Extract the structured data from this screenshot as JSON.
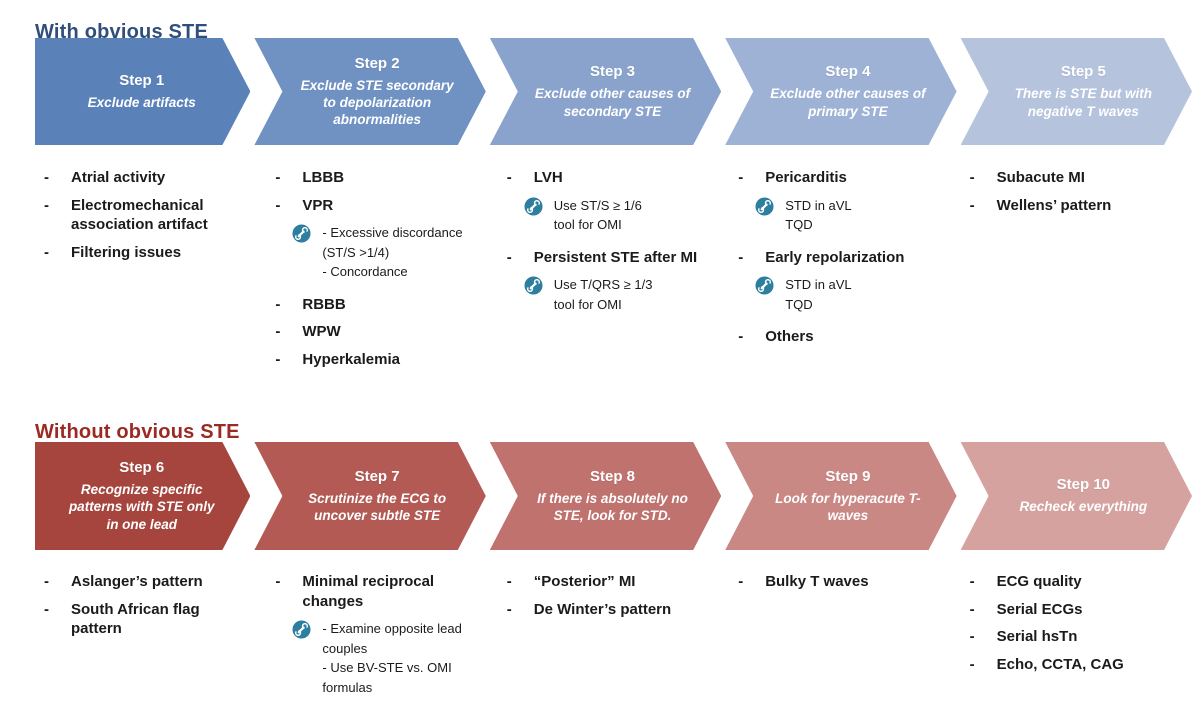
{
  "tool_icon_color": "#2e7f9f",
  "sections": [
    {
      "title": "With obvious STE",
      "title_color": "#2f4e7c",
      "steps": [
        {
          "label": "Step 1",
          "desc": "Exclude artifacts",
          "color": "#5b82b8"
        },
        {
          "label": "Step 2",
          "desc": "Exclude STE secondary to depolarization abnormalities",
          "color": "#7092c3"
        },
        {
          "label": "Step 3",
          "desc": "Exclude other causes of secondary STE",
          "color": "#89a3cc"
        },
        {
          "label": "Step 4",
          "desc": "Exclude other causes of primary STE",
          "color": "#9eb2d5"
        },
        {
          "label": "Step 5",
          "desc": "There is STE but with negative T waves",
          "color": "#b5c3dd"
        }
      ],
      "columns": [
        {
          "items": [
            {
              "type": "bullet",
              "text": "Atrial activity"
            },
            {
              "type": "bullet",
              "text": "Electromechanical association artifact"
            },
            {
              "type": "bullet",
              "text": "Filtering issues"
            }
          ]
        },
        {
          "items": [
            {
              "type": "bullet",
              "text": "LBBB"
            },
            {
              "type": "bullet",
              "text": "VPR"
            },
            {
              "type": "tool",
              "lines": [
                "- Excessive discordance (ST/S >1/4)",
                "- Concordance"
              ]
            },
            {
              "type": "bullet",
              "text": "RBBB"
            },
            {
              "type": "bullet",
              "text": "WPW"
            },
            {
              "type": "bullet",
              "text": "Hyperkalemia"
            }
          ]
        },
        {
          "items": [
            {
              "type": "bullet",
              "text": "LVH"
            },
            {
              "type": "tool",
              "lines": [
                "Use ST/S ≥ 1/6",
                "tool for OMI"
              ]
            },
            {
              "type": "bullet",
              "text": "Persistent STE after MI"
            },
            {
              "type": "tool",
              "lines": [
                "Use T/QRS ≥ 1/3",
                "tool for OMI"
              ]
            }
          ]
        },
        {
          "items": [
            {
              "type": "bullet",
              "text": "Pericarditis"
            },
            {
              "type": "tool",
              "lines": [
                "STD in aVL",
                "TQD"
              ]
            },
            {
              "type": "bullet",
              "text": "Early repolarization"
            },
            {
              "type": "tool",
              "lines": [
                "STD in aVL",
                "TQD"
              ]
            },
            {
              "type": "bullet",
              "text": "Others"
            }
          ]
        },
        {
          "items": [
            {
              "type": "bullet",
              "text": "Subacute MI"
            },
            {
              "type": "bullet",
              "text": "Wellens’ pattern"
            }
          ]
        }
      ]
    },
    {
      "title": "Without obvious STE",
      "title_color": "#9c2a24",
      "steps": [
        {
          "label": "Step 6",
          "desc": "Recognize specific patterns with STE only in one lead",
          "color": "#a6453e"
        },
        {
          "label": "Step 7",
          "desc": "Scrutinize the ECG to uncover subtle STE",
          "color": "#b25a53"
        },
        {
          "label": "Step 8",
          "desc": "If there is absolutely no STE, look for STD.",
          "color": "#bf726e"
        },
        {
          "label": "Step 9",
          "desc": "Look for hyperacute T-waves",
          "color": "#ca8885"
        },
        {
          "label": "Step 10",
          "desc": "Recheck everything",
          "color": "#d5a2a0"
        }
      ],
      "columns": [
        {
          "items": [
            {
              "type": "bullet",
              "text": "Aslanger’s pattern"
            },
            {
              "type": "bullet",
              "text": "South African flag pattern"
            }
          ]
        },
        {
          "items": [
            {
              "type": "bullet",
              "text": "Minimal reciprocal changes"
            },
            {
              "type": "tool",
              "lines": [
                "- Examine opposite lead couples",
                "- Use BV-STE vs. OMI formulas"
              ]
            }
          ]
        },
        {
          "items": [
            {
              "type": "bullet",
              "text": "“Posterior” MI"
            },
            {
              "type": "bullet",
              "text": "De Winter’s pattern"
            }
          ]
        },
        {
          "items": [
            {
              "type": "bullet",
              "text": "Bulky T waves"
            }
          ]
        },
        {
          "items": [
            {
              "type": "bullet",
              "text": "ECG quality"
            },
            {
              "type": "bullet",
              "text": "Serial ECGs"
            },
            {
              "type": "bullet",
              "text": "Serial hsTn"
            },
            {
              "type": "bullet",
              "text": "Echo, CCTA, CAG"
            }
          ]
        }
      ]
    }
  ]
}
